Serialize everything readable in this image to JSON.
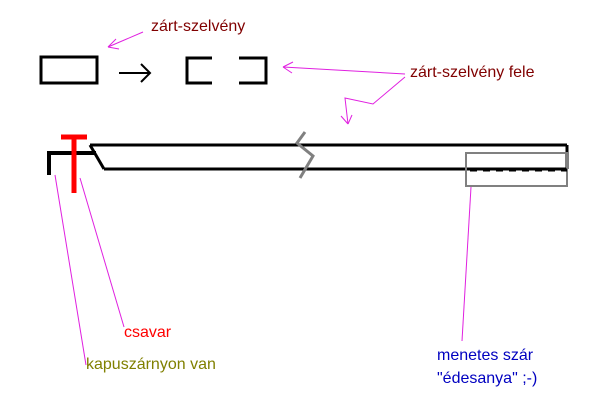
{
  "labels": {
    "zart_szelveny": "zárt-szelvény",
    "zart_szelveny_fele": "zárt-szelvény fele",
    "csavar": "csavar",
    "kapuszarnyon_van": "kapuszárnyon van",
    "menetes_szar_line1": "menetes szár",
    "menetes_szar_line2": "\"édesanya\" ;-)"
  },
  "colors": {
    "label_dark_red": "#800000",
    "label_red": "#ff0000",
    "label_olive": "#808000",
    "label_blue": "#0000c0",
    "leader_magenta": "#e020e0",
    "outline_black": "#000000",
    "gray": "#808080",
    "bolt_red": "#ff0000"
  },
  "icons": {
    "transform_arrow": "right-arrow-icon",
    "break_mark": "zigzag-break-icon"
  }
}
